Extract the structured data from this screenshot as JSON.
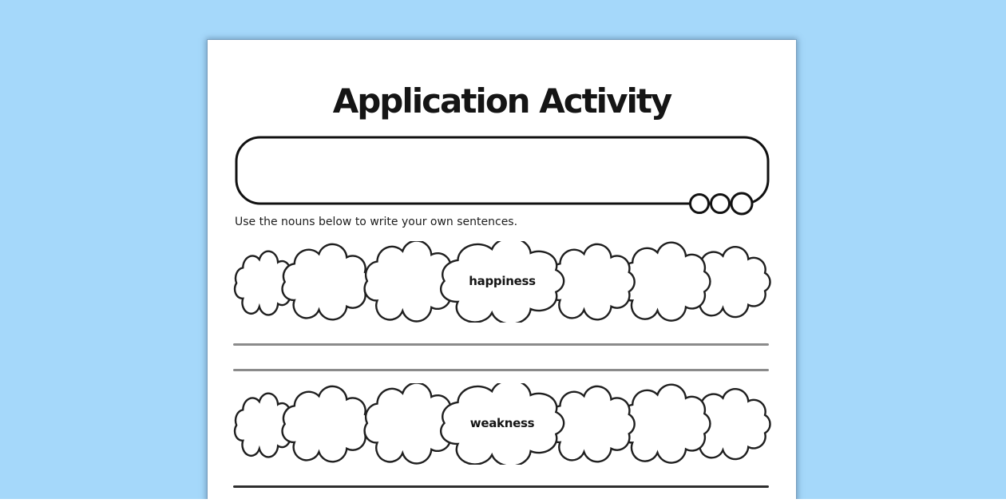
{
  "worksheet": {
    "title": "Application Activity",
    "instruction": "Use the nouns below to write your own sentences.",
    "nouns": [
      "happiness",
      "weakness"
    ],
    "writing_lines_after_row1": 2,
    "writing_lines_after_row2": 1
  },
  "colors": {
    "background_blue": "#a5d8fa",
    "page_white": "#ffffff",
    "outline_black": "#1f1f1f",
    "writing_line_gray": "#8b8b8b",
    "writing_line_dark": "#2e2e2e"
  }
}
